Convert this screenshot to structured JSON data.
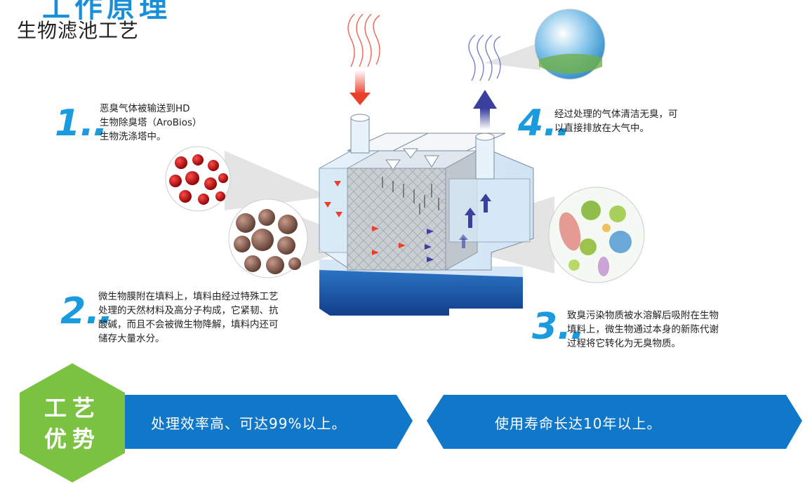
{
  "header": {
    "top_strip": "工作原理",
    "title": "生物滤池工艺"
  },
  "steps": [
    {
      "num": "1.",
      "text": "恶臭气体被输送到HD\n生物除臭塔（AroBios）\n生物洗涤塔中。"
    },
    {
      "num": "2.",
      "text": "微生物膜附在填料上，填料由经过特殊工艺\n处理的天然材料及高分子构成，它紧韧、抗\n酸碱，而且不会被微生物降解，填料内还可\n储存大量水分。"
    },
    {
      "num": "3.",
      "text": "致臭污染物质被水溶解后吸附在生物\n填料上，微生物通过本身的新陈代谢\n过程将它转化为无臭物质。"
    },
    {
      "num": "4.",
      "text": "经过处理的气体清洁无臭，可\n以直接排放在大气中。"
    }
  ],
  "advantages": {
    "badge_line1": "工艺",
    "badge_line2": "优势",
    "items": [
      "处理效率高、可达99%以上。",
      "使用寿命长达10年以上。"
    ]
  },
  "colors": {
    "accent": "#1a9be0",
    "band": "#1177c8",
    "badge": "#7cc242",
    "water": "#1b5fb0",
    "arrow_in": "#e8402a",
    "arrow_out": "#3b3f9e"
  }
}
